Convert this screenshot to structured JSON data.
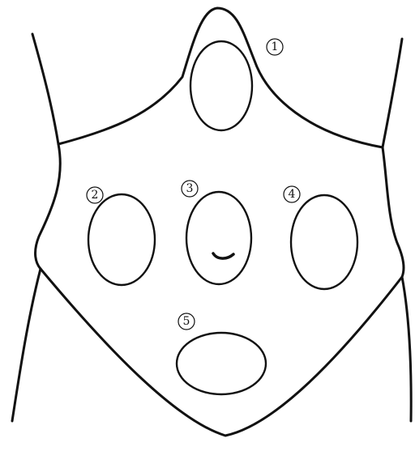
{
  "figure": {
    "regions": [
      {
        "id": "region-1",
        "label": "1"
      },
      {
        "id": "region-2",
        "label": "2"
      },
      {
        "id": "region-3",
        "label": "3"
      },
      {
        "id": "region-4",
        "label": "4"
      },
      {
        "id": "region-5",
        "label": "5"
      }
    ],
    "colors": {
      "line": "#111111",
      "background": "#ffffff"
    }
  }
}
